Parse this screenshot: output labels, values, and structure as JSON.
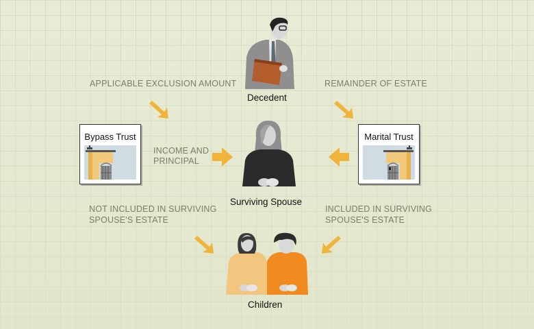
{
  "labels": {
    "exclusion": "APPLICABLE EXCLUSION AMOUNT",
    "remainder": "REMAINDER OF ESTATE",
    "income_line1": "INCOME AND",
    "income_line2": "PRINCIPAL",
    "not_included_line1": "NOT INCLUDED IN SURVIVING",
    "not_included_line2": "SPOUSE'S ESTATE",
    "included_line1": "INCLUDED IN SURVIVING",
    "included_line2": "SPOUSE'S ESTATE"
  },
  "nodes": {
    "decedent": "Decedent",
    "spouse": "Surviving Spouse",
    "children": "Children",
    "bypass_trust": "Bypass Trust",
    "marital_trust": "Marital Trust"
  },
  "colors": {
    "arrow": "#f0b43a",
    "label_text": "#7c7c68",
    "folder": "#b35c2c",
    "child_left_shirt": "#f2c67e",
    "child_right_shirt": "#f18a1f"
  }
}
